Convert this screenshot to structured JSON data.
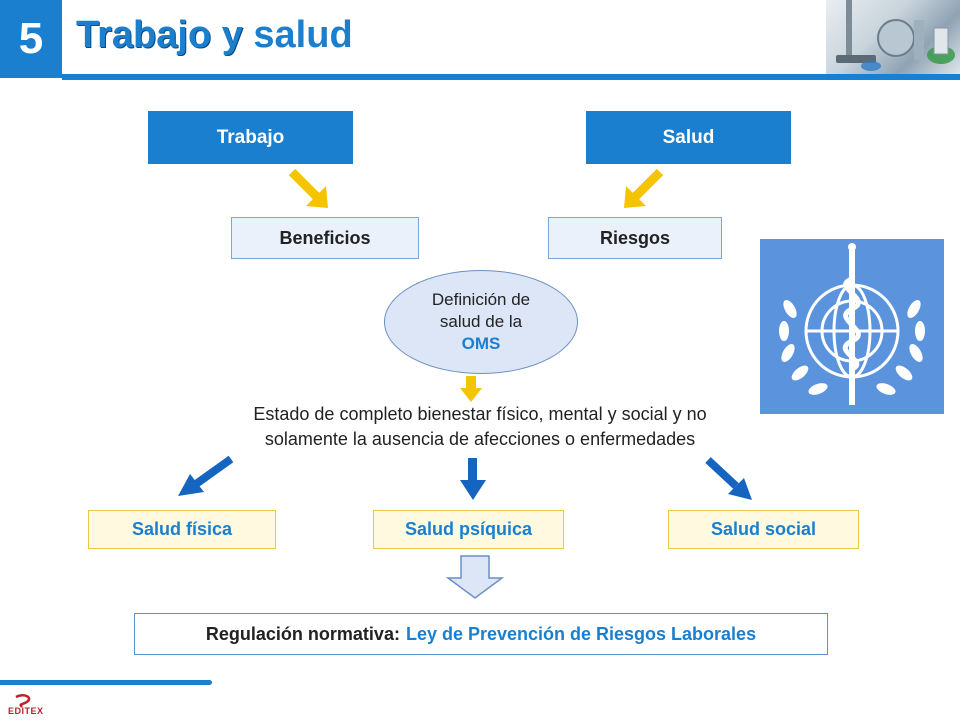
{
  "header": {
    "number": "5",
    "title_part1": "Trabajo y",
    "title_part2": "salud"
  },
  "top_boxes": {
    "left": "Trabajo",
    "right": "Salud"
  },
  "mid_boxes": {
    "left": "Beneficios",
    "right": "Riesgos"
  },
  "definition": {
    "line1": "Definición de",
    "line2": "salud de la",
    "line3": "OMS"
  },
  "definition_text": {
    "line1": "Estado de completo bienestar físico, mental y social y no",
    "line2": "solamente la ausencia de afecciones o enfermedades"
  },
  "health_types": [
    "Salud física",
    "Salud psíquica",
    "Salud social"
  ],
  "regulation": {
    "label": "Regulación normativa:",
    "value": "Ley de Prevención de Riesgos Laborales"
  },
  "footer": {
    "brand": "EDITEX"
  },
  "colors": {
    "accent": "#1a7fcf",
    "arrow_yellow": "#f5c400",
    "arrow_blue": "#1565c0",
    "who_blue": "#5b93dd"
  }
}
